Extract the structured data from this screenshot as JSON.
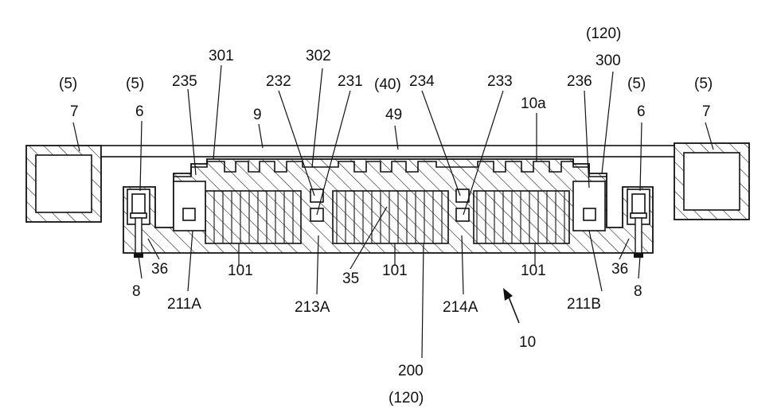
{
  "labels": {
    "l_5_left_outer": "(5)",
    "l_7_left": "7",
    "l_5_left_inner": "(5)",
    "l_6_left": "6",
    "l_235": "235",
    "l_301": "301",
    "l_9": "9",
    "l_232": "232",
    "l_302": "302",
    "l_231": "231",
    "l_40": "(40)",
    "l_234": "234",
    "l_49": "49",
    "l_233": "233",
    "l_10a": "10a",
    "l_120_top": "(120)",
    "l_300": "300",
    "l_236": "236",
    "l_5_right_inner": "(5)",
    "l_6_right": "6",
    "l_5_right_outer": "(5)",
    "l_7_right": "7",
    "l_8_left": "8",
    "l_36_left": "36",
    "l_101_left": "101",
    "l_211A": "211A",
    "l_213A": "213A",
    "l_35": "35",
    "l_101_mid": "101",
    "l_200": "200",
    "l_120_bottom": "(120)",
    "l_214A": "214A",
    "l_101_right": "101",
    "l_10": "10",
    "l_211B": "211B",
    "l_36_right": "36",
    "l_8_right": "8"
  }
}
